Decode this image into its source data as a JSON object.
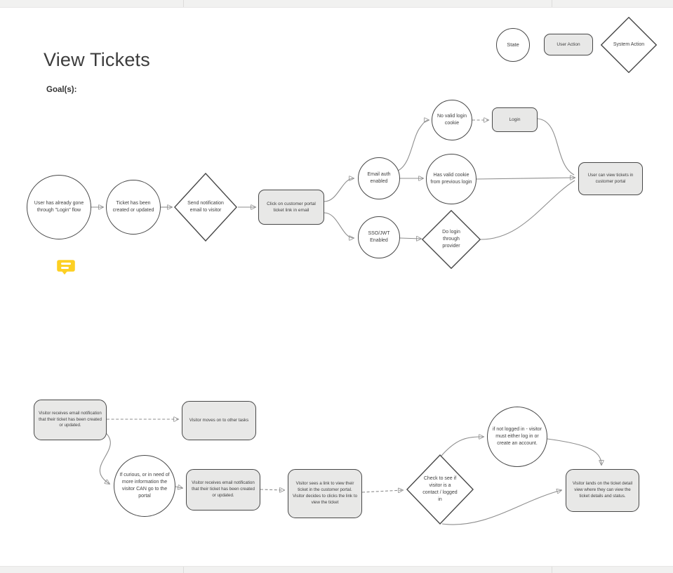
{
  "canvas": {
    "title": "View Tickets",
    "goals_label": "Goal(s):"
  },
  "legend": {
    "state_label": "State",
    "user_action_label": "User Action",
    "system_action_label": "System Action"
  },
  "colors": {
    "user_action_fill": "#e8e8e7",
    "shape_border": "#474747",
    "connector": "#8d8d8d",
    "arrowhead": "#1c1c1c",
    "comment_yellow": "#fdd023",
    "canvas_edge": "#f1f1f0",
    "label_text": "#404040"
  },
  "icons": {
    "comment": "comment-bubble-icon"
  },
  "nodes": {
    "user_login_flow": "User has already gone through \"Login\" flow",
    "ticket_created": "Ticket has been created or updated",
    "send_notification": "Send notification email to visitor",
    "click_link": "Click on customer portal ticket link in email",
    "email_auth": "Email auth enabled",
    "sso_jwt": "SSO/JWT Enabled",
    "no_cookie": "No valid login cookie",
    "login": "Login",
    "has_cookie": "Has valid cookie from previous login",
    "do_login_provider": "Do login through provider",
    "view_tickets": "User can view tickets in customer portal",
    "visitor_receives_1": "Visitor receives email notification that their ticket has been created or updated.",
    "visitor_moves_on": "Visitor moves on to other tasks",
    "if_curious": "If curious, or in need of more information the visitor CAN go to the portal",
    "visitor_receives_2": "Visitor receives email notification that their ticket has been created or updated.",
    "visitor_sees_link": "Visitor sees a link to view their ticket in the customer portal. Visitor decides to clicks the link to view the ticket",
    "check_contact": "Check to see if visitor is a contact / logged in",
    "not_logged_in": "if not logged in - visitor must either log in or create an account.",
    "lands_detail": "Visitor lands on the ticket detail view where they can view the ticket details and status."
  }
}
